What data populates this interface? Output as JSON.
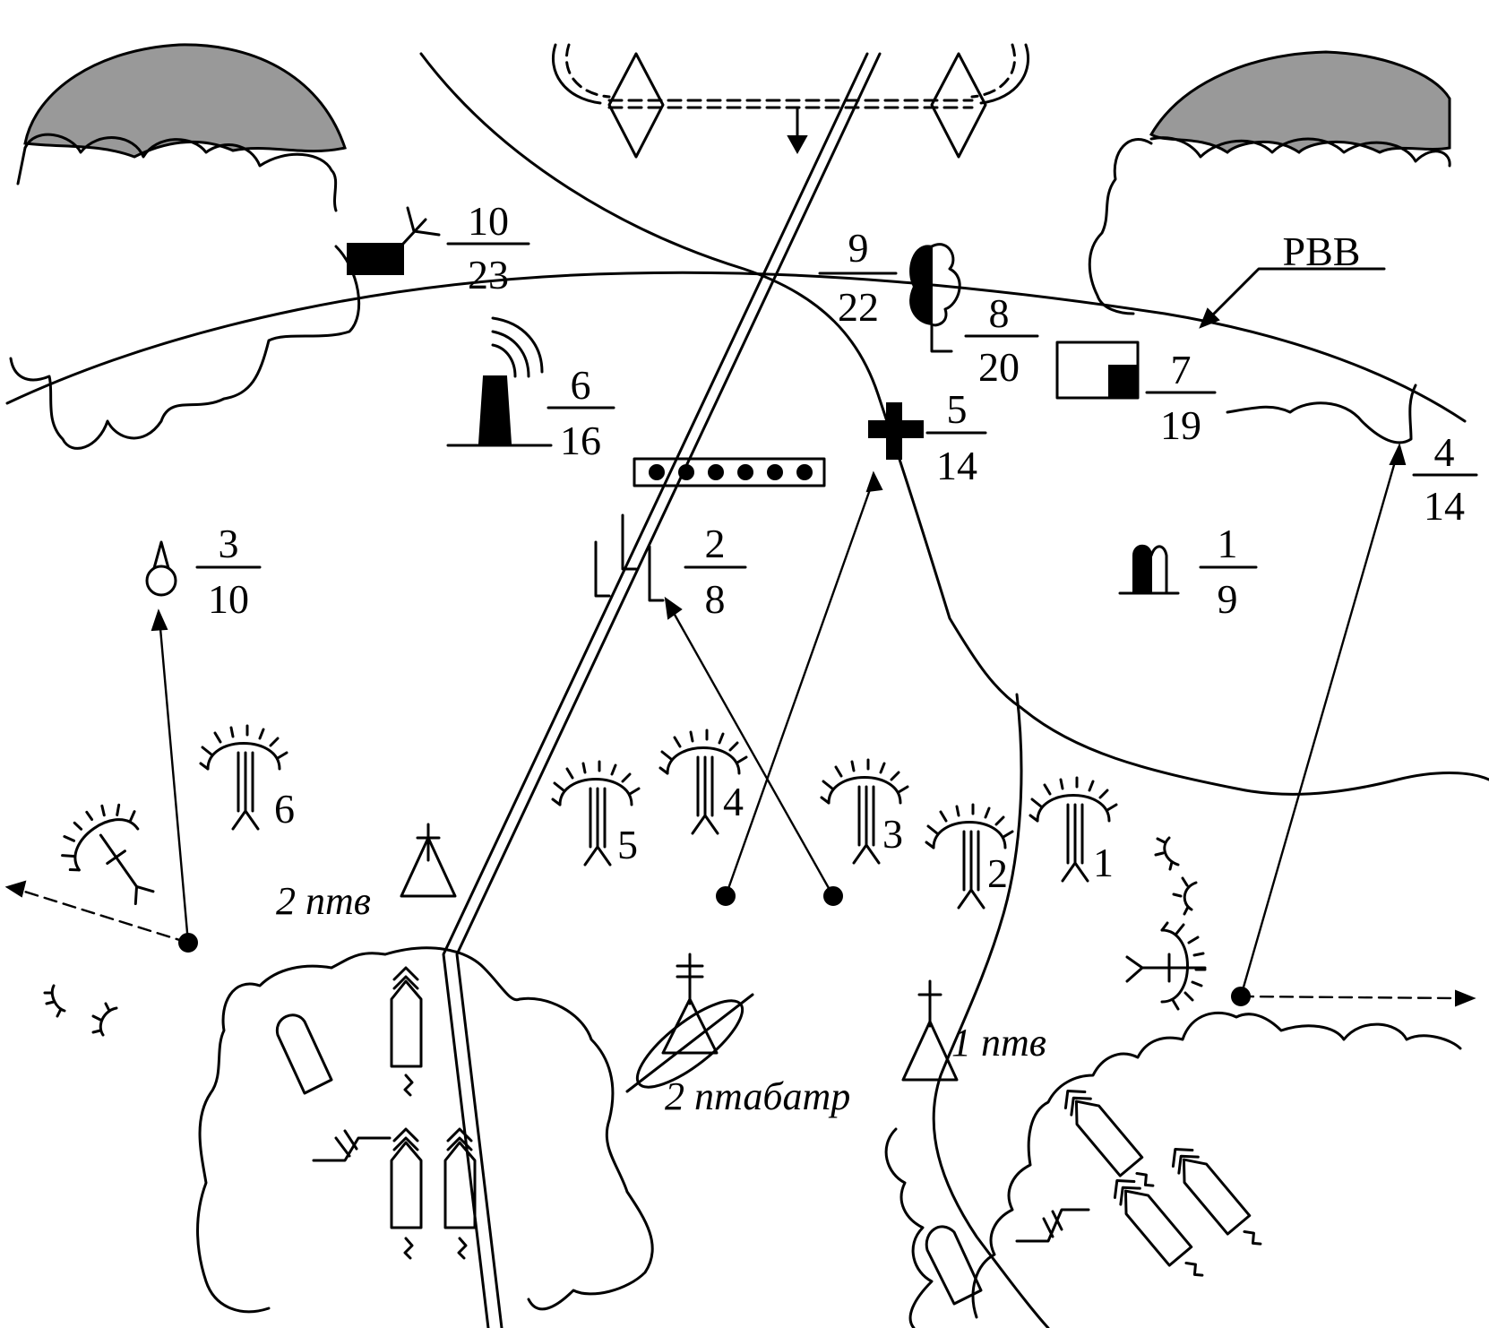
{
  "landmarks": [
    {
      "id": "10",
      "top": "10",
      "bottom": "23"
    },
    {
      "id": "9",
      "top": "9",
      "bottom": "22"
    },
    {
      "id": "8",
      "top": "8",
      "bottom": "20"
    },
    {
      "id": "7",
      "top": "7",
      "bottom": "19"
    },
    {
      "id": "6",
      "top": "6",
      "bottom": "16"
    },
    {
      "id": "5",
      "top": "5",
      "bottom": "14"
    },
    {
      "id": "4",
      "top": "4",
      "bottom": "14"
    },
    {
      "id": "3",
      "top": "3",
      "bottom": "10"
    },
    {
      "id": "2",
      "top": "2",
      "bottom": "8"
    },
    {
      "id": "1",
      "top": "1",
      "bottom": "9"
    }
  ],
  "positions": {
    "p1": "1",
    "p2": "2",
    "p3": "3",
    "p4": "4",
    "p5": "5",
    "p6": "6"
  },
  "labels": {
    "rvv": "РВВ",
    "ptv2": "2 птв",
    "ptv1": "1 птв",
    "ptabatr2": "2 птабатр"
  },
  "colors": {
    "ink": "#000000",
    "forest_fill": "#999999",
    "background": "#ffffff"
  }
}
